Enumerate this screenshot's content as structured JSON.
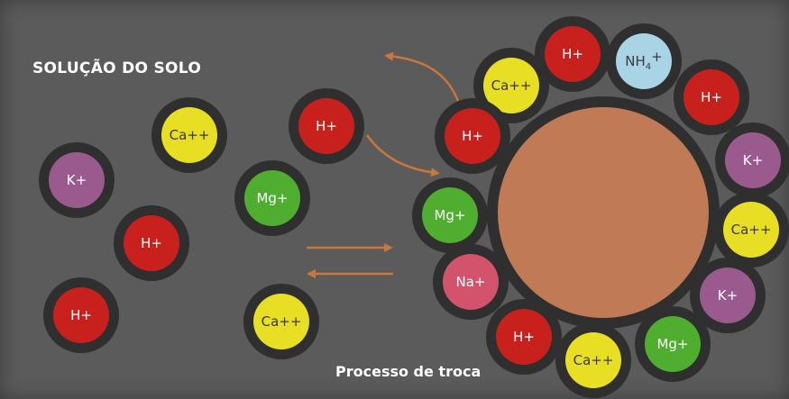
{
  "labels": {
    "solution_title": "SOLUÇÃO DO SOLO",
    "exchange_caption": "Processo de troca"
  },
  "colors": {
    "background": "#5b5b5b",
    "ring": "#2f2f2f",
    "colloid": "#c07a55",
    "arrow": "#c9773b",
    "text": "#ffffff",
    "H+": "#c8211d",
    "Ca++": "#e8de23",
    "K+": "#9a5a8d",
    "Mg+": "#4fae2f",
    "Na+": "#d2536b",
    "NH4+": "#a8d4e6"
  },
  "solution_ions": [
    {
      "ion": "Ca++"
    },
    {
      "ion": "H+"
    },
    {
      "ion": "K+"
    },
    {
      "ion": "Mg+"
    },
    {
      "ion": "H+"
    },
    {
      "ion": "H+"
    },
    {
      "ion": "Ca++"
    }
  ],
  "colloid_ions": [
    {
      "ion": "H+"
    },
    {
      "ion": "NH4+"
    },
    {
      "ion": "H+"
    },
    {
      "ion": "Ca++"
    },
    {
      "ion": "H+"
    },
    {
      "ion": "K+"
    },
    {
      "ion": "Mg+"
    },
    {
      "ion": "Ca++"
    },
    {
      "ion": "Na+"
    },
    {
      "ion": "K+"
    },
    {
      "ion": "H+"
    },
    {
      "ion": "Mg+"
    },
    {
      "ion": "Ca++"
    }
  ]
}
